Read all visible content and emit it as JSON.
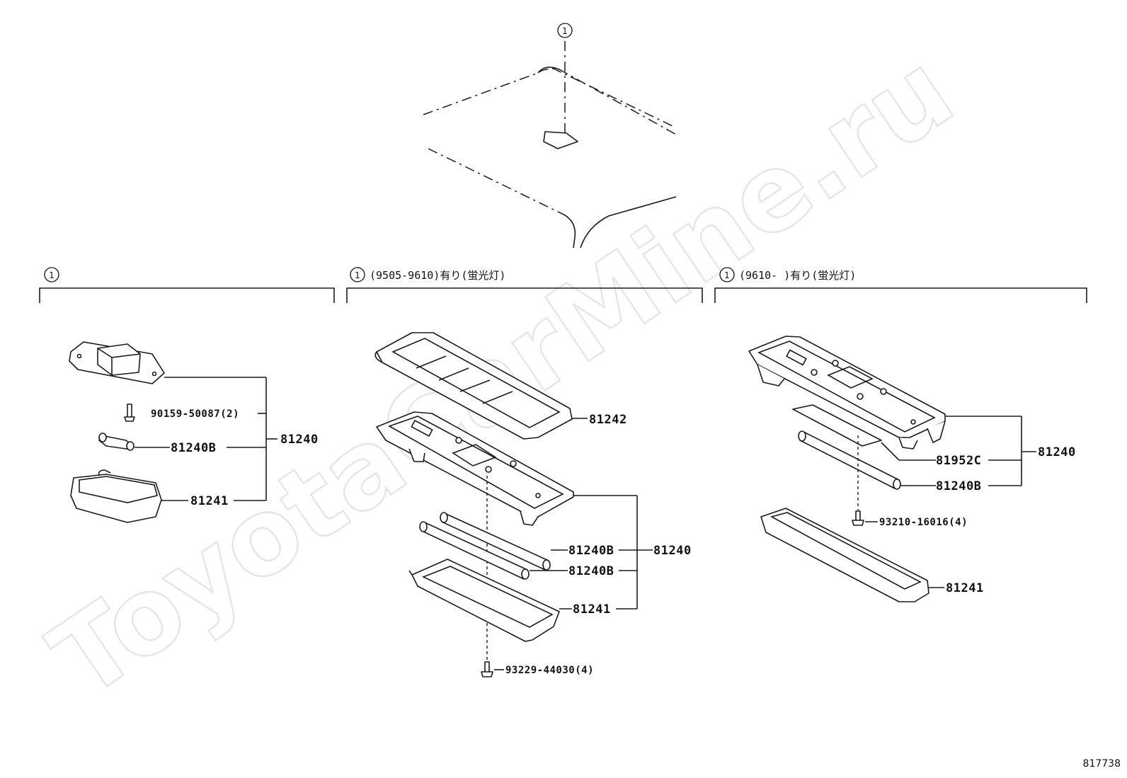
{
  "watermark": "ToyotaCarMine.ru",
  "figure_number": "817738",
  "circle_marker": "1",
  "top_view": {
    "callout": "1"
  },
  "sections": [
    {
      "id": "left",
      "circle": "1",
      "header_text": "",
      "labels": {
        "screw": "90159-50087(2)",
        "bulb": "81240B",
        "cover": "81241",
        "assembly": "81240"
      }
    },
    {
      "id": "middle",
      "circle": "1",
      "header_text": "(9505-9610)有り(蛍光灯)",
      "labels": {
        "lens": "81242",
        "bulb_upper": "81240B",
        "bulb_lower": "81240B",
        "cover": "81241",
        "assembly": "81240",
        "screw": "93229-44030(4)"
      }
    },
    {
      "id": "right",
      "circle": "1",
      "header_text": "(9610-      )有り(蛍光灯)",
      "labels": {
        "plate": "81952C",
        "bulb": "81240B",
        "assembly": "81240",
        "screw": "93210-16016(4)",
        "cover": "81241"
      }
    }
  ]
}
